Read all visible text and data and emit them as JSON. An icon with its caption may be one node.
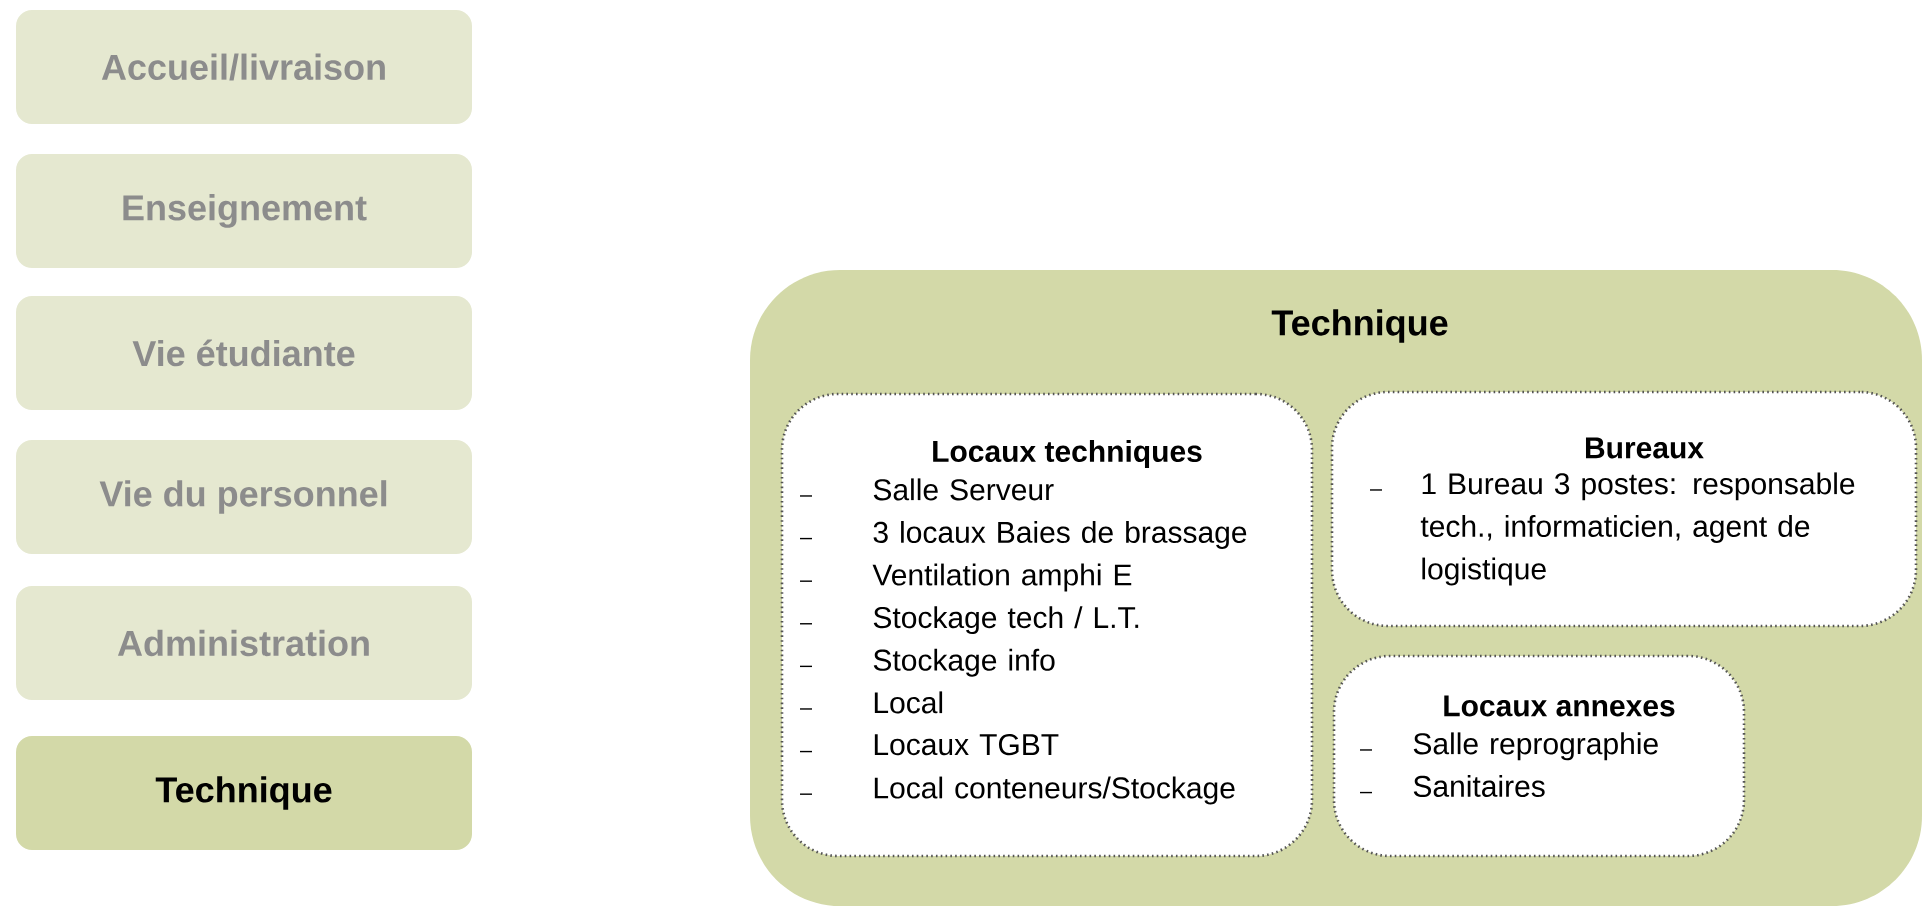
{
  "diagram": {
    "nodes": [
      {
        "text": [
          "Accueil/livraison"
        ]
      },
      {
        "text": [
          "Enseignement"
        ]
      },
      {
        "text": [
          "Vie étudiante"
        ]
      },
      {
        "text": [
          "Vie du personnel"
        ]
      },
      {
        "text": [
          "Administration"
        ]
      },
      {
        "text": [
          "Technique"
        ]
      },
      {
        "text": [
          "Technique"
        ]
      },
      {
        "text": [
          "Locaux techniques",
          "Salle Serveur",
          "3 locaux Baies de brassage",
          "Ventilation amphi E",
          "Stockage tech / L.T.",
          "Stockage info",
          "Local",
          "Locaux TGBT",
          "Local conteneurs/Stockage"
        ],
        "in": 6
      },
      {
        "text": [
          "Bureaux",
          "1 Bureau 3 postes:  responsable tech., informaticien, agent de logistique"
        ],
        "in": 6
      },
      {
        "text": [
          "Locaux annexes",
          "Salle reprographie",
          "Sanitaires"
        ],
        "in": 6
      }
    ],
    "edges": []
  }
}
